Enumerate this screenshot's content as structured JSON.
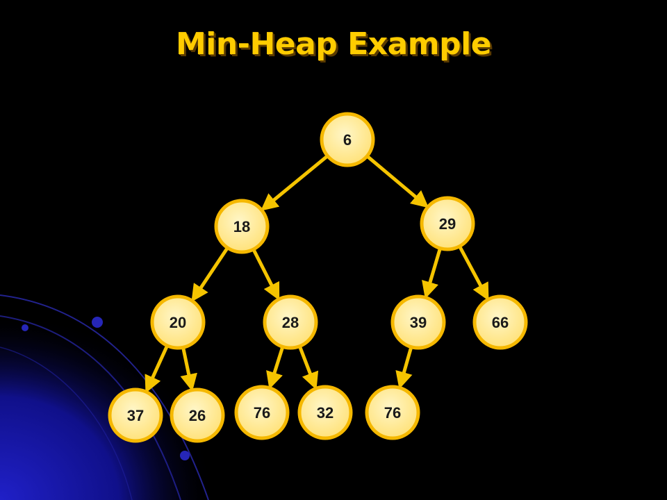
{
  "slide": {
    "title": "Min-Heap Example"
  },
  "colors": {
    "background": "#000000",
    "title": "#ffcc00",
    "node_fill": "#ffe680",
    "node_stroke": "#f5b800",
    "edge": "#f5c400",
    "decor_blue": "#1a1aa0"
  },
  "heap": {
    "nodes": [
      {
        "id": "n0",
        "value": "6"
      },
      {
        "id": "n1",
        "value": "18"
      },
      {
        "id": "n2",
        "value": "29"
      },
      {
        "id": "n3",
        "value": "20"
      },
      {
        "id": "n4",
        "value": "28"
      },
      {
        "id": "n5",
        "value": "39"
      },
      {
        "id": "n6",
        "value": "66"
      },
      {
        "id": "n7",
        "value": "37"
      },
      {
        "id": "n8",
        "value": "26"
      },
      {
        "id": "n9",
        "value": "76"
      },
      {
        "id": "n10",
        "value": "32"
      },
      {
        "id": "n11",
        "value": "76"
      }
    ],
    "edges": [
      {
        "from": "n0",
        "to": "n1"
      },
      {
        "from": "n0",
        "to": "n2"
      },
      {
        "from": "n1",
        "to": "n3"
      },
      {
        "from": "n1",
        "to": "n4"
      },
      {
        "from": "n2",
        "to": "n5"
      },
      {
        "from": "n2",
        "to": "n6"
      },
      {
        "from": "n3",
        "to": "n7"
      },
      {
        "from": "n3",
        "to": "n8"
      },
      {
        "from": "n4",
        "to": "n9"
      },
      {
        "from": "n4",
        "to": "n10"
      },
      {
        "from": "n5",
        "to": "n11"
      }
    ]
  }
}
